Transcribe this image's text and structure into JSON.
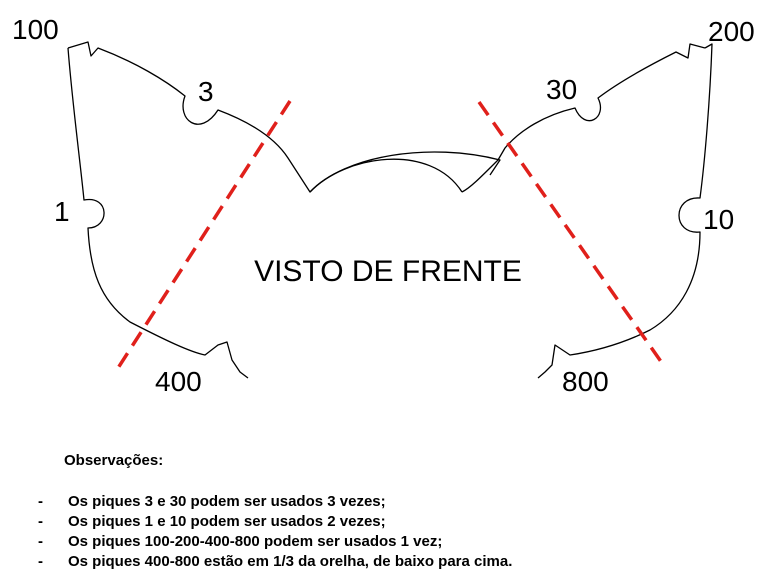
{
  "diagram": {
    "title": "VISTO DE FRENTE",
    "notch_labels": {
      "top_left": "100",
      "top_right": "200",
      "upper_left": "3",
      "upper_right": "30",
      "side_left": "1",
      "side_right": "10",
      "bottom_left": "400",
      "bottom_right": "800"
    },
    "colors": {
      "outline": "#000000",
      "cut_line": "#e0201b"
    }
  },
  "notes": {
    "title": "Observações:",
    "bullet": "-",
    "items": [
      "Os piques 3 e 30 podem ser usados 3 vezes;",
      "Os piques 1 e 10 podem ser usados 2 vezes;",
      "Os piques 100-200-400-800 podem ser usados 1 vez;",
      "Os piques 400-800 estão em 1/3 da orelha, de baixo para cima."
    ]
  }
}
